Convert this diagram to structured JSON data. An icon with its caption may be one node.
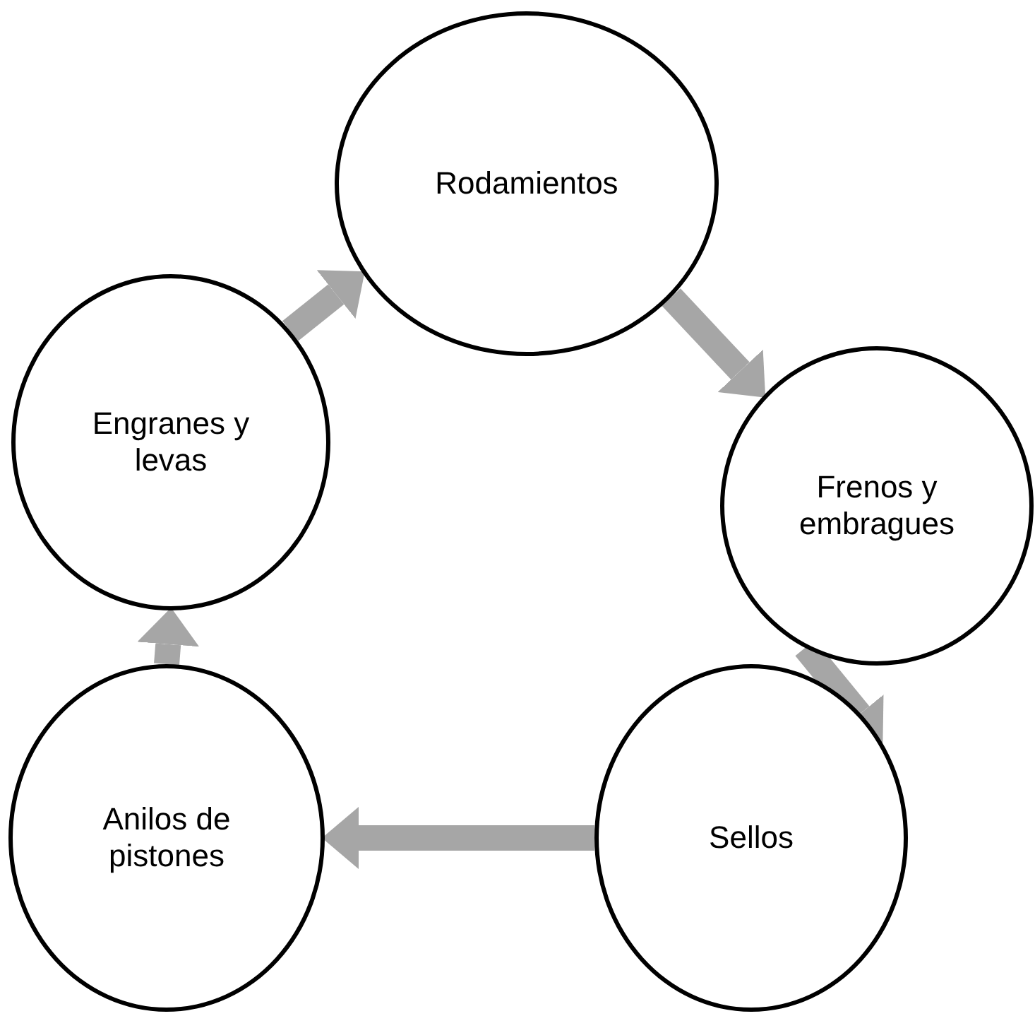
{
  "diagram": {
    "nodes": [
      {
        "text": [
          "Rodamientos"
        ]
      },
      {
        "text": [
          "Frenos y embragues"
        ]
      },
      {
        "text": [
          "Sellos"
        ]
      },
      {
        "text": [
          "Anilos de pistones"
        ]
      },
      {
        "text": [
          "Engranes y levas"
        ]
      }
    ],
    "edges": [
      {
        "from": 0,
        "to": 1,
        "arrow": "to"
      },
      {
        "from": 1,
        "to": 2,
        "arrow": "to"
      },
      {
        "from": 2,
        "to": 3,
        "arrow": "to"
      },
      {
        "from": 3,
        "to": 4,
        "arrow": "to"
      },
      {
        "from": 4,
        "to": 0,
        "arrow": "to"
      }
    ]
  }
}
